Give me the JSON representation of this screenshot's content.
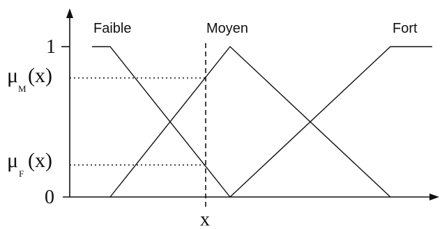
{
  "sets": {
    "faible": "Faible",
    "moyen": "Moyen",
    "fort": "Fort"
  },
  "axis": {
    "y_one": "1",
    "y_zero": "0",
    "x_label": "x"
  },
  "memberships": {
    "mu_symbol": "μ",
    "moyen_subscript": "M",
    "faible_subscript": "F",
    "argument": "(x)"
  }
}
